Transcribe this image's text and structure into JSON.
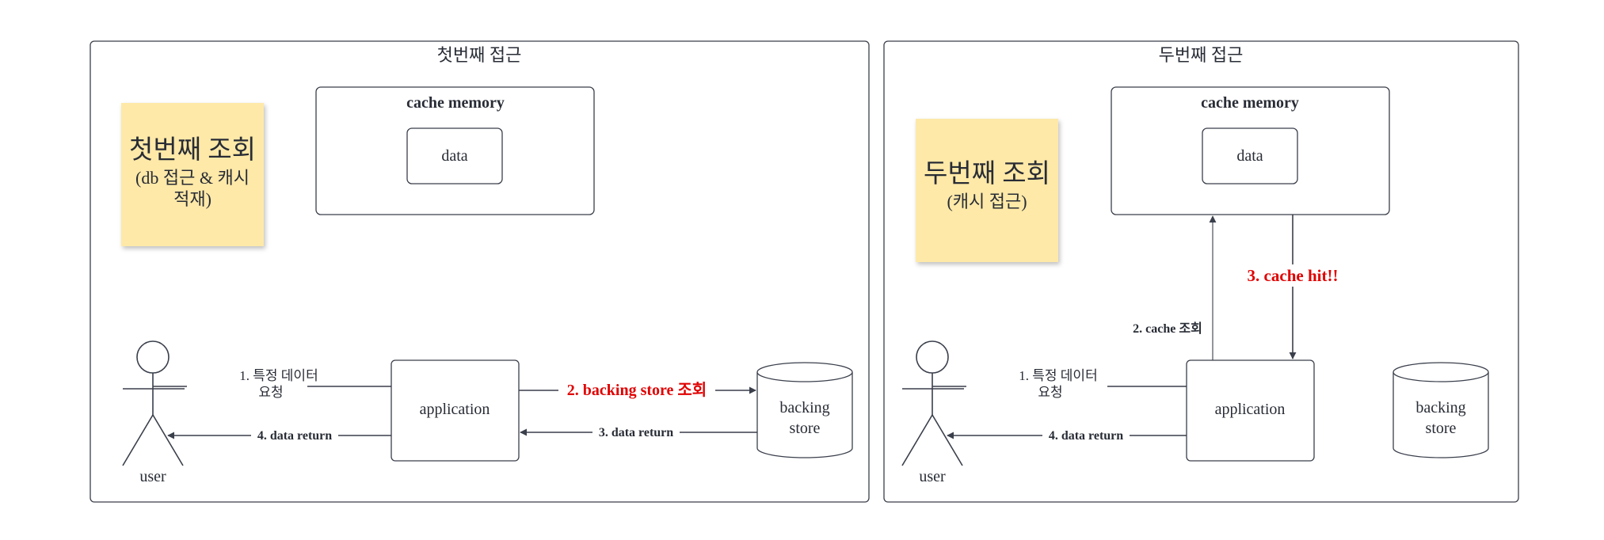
{
  "left_panel": {
    "title": "첫번째 접근",
    "sticky_title": "첫번째 조회",
    "sticky_sub_1": "(db 접근 & 캐시",
    "sticky_sub_2": "적재)",
    "cache_title": "cache memory",
    "cache_item": "data",
    "application": "application",
    "store_1": "backing",
    "store_2": "store",
    "user": "user",
    "step1_line1": "1. 특정 데이터",
    "step1_line2": "요청",
    "step2": "2. backing store 조회",
    "step3": "3. data return",
    "step4": "4. data return"
  },
  "right_panel": {
    "title": "두번째 접근",
    "sticky_title": "두번째 조회",
    "sticky_sub_1": "(캐시 접근)",
    "cache_title": "cache memory",
    "cache_item": "data",
    "application": "application",
    "store_1": "backing",
    "store_2": "store",
    "user": "user",
    "step1_line1": "1. 특정 데이터",
    "step1_line2": "요청",
    "step2": "2. cache 조회",
    "step3": "3. cache hit!!",
    "step4": "4. data return"
  },
  "colors": {
    "stroke": "#3a3f4b",
    "sticky": "#fee9a8",
    "highlight": "#e00000"
  }
}
